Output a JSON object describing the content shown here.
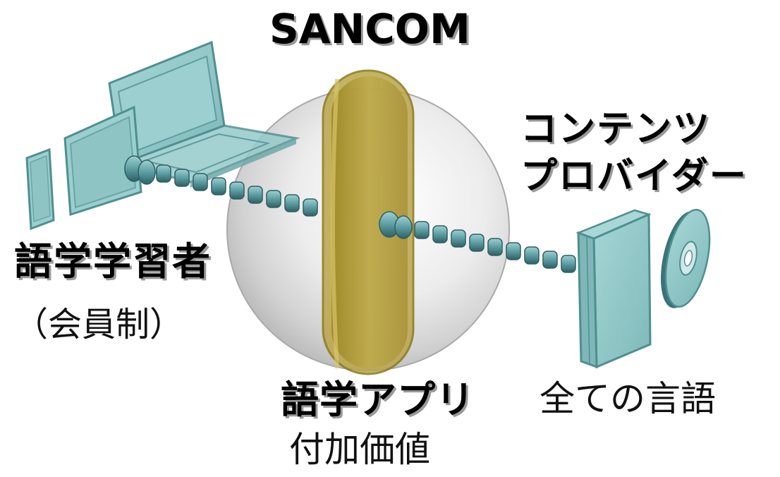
{
  "title": "SANCOM",
  "provider": {
    "line1": "コンテンツ",
    "line2": "プロバイダー"
  },
  "learner": {
    "label": "語学学習者",
    "note": "（会員制）"
  },
  "app": {
    "label": "語学アプリ",
    "value": "付加価値"
  },
  "languages": "全ての言語",
  "colors": {
    "device": "#8fc7c7",
    "device_edge": "#4f8f90",
    "sphere": "#d9d9d9",
    "disc": "#bfa83a",
    "connector": "#5c9ea3"
  },
  "icons": [
    "smartphone-icon",
    "tablet-icon",
    "laptop-icon",
    "book-icon",
    "cd-icon",
    "sphere-icon",
    "disc-icon"
  ]
}
